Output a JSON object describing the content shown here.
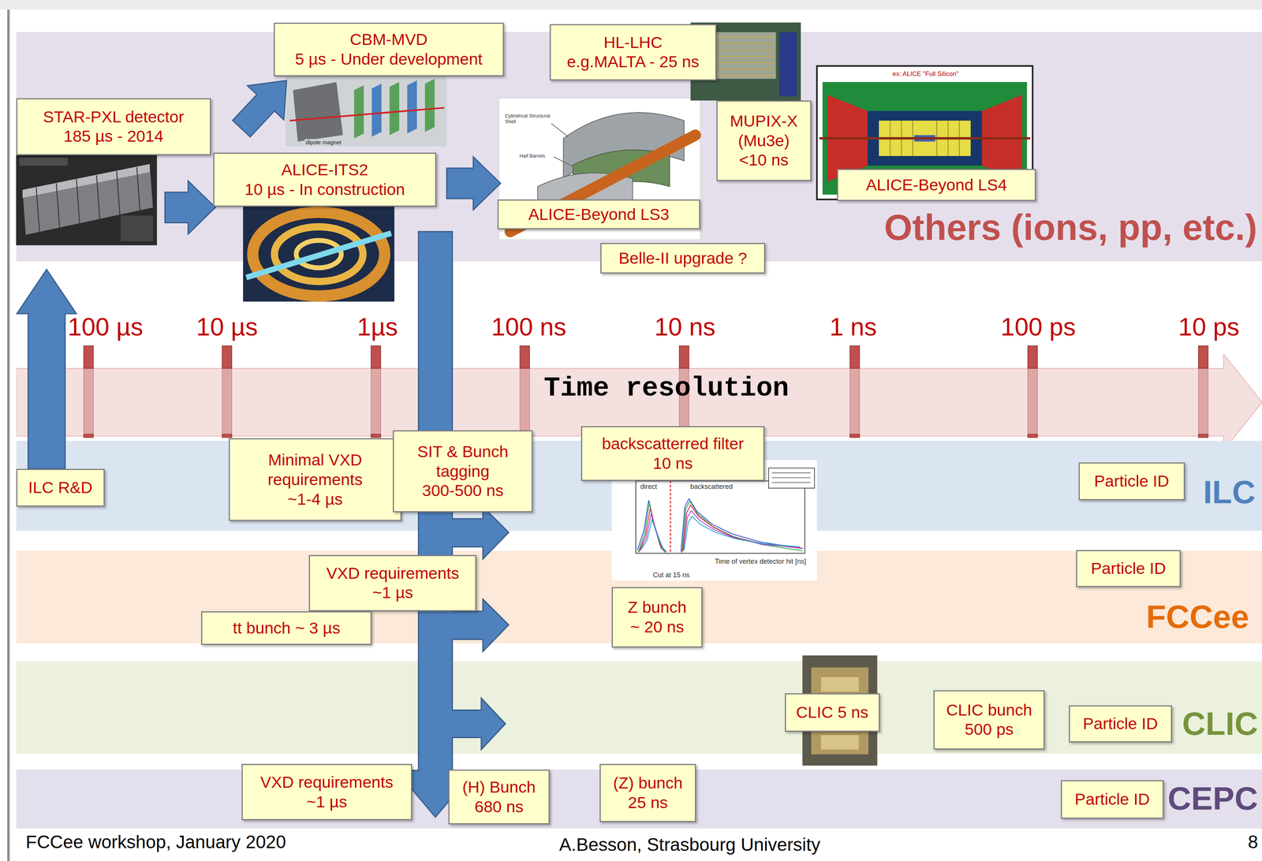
{
  "diagram": {
    "nodes": [
      {
        "text": [
          "Others (ions, pp, etc.)"
        ]
      },
      {
        "text": [
          "STAR-PXL detector",
          "185 µs - 2014"
        ],
        "in": 0
      },
      {
        "text": [
          "CBM-MVD",
          "5 µs - Under development"
        ],
        "in": 0
      },
      {
        "text": [
          "ALICE-ITS2",
          "10 µs - In construction"
        ],
        "in": 0
      },
      {
        "text": [
          "HL-LHC",
          "e.g.MALTA - 25 ns"
        ],
        "in": 0
      },
      {
        "text": [
          "MUPIX-X",
          "(Mu3e)",
          "<10 ns"
        ],
        "in": 0
      },
      {
        "text": [
          "ALICE-Beyond LS3"
        ],
        "in": 0
      },
      {
        "text": [
          "ALICE-Beyond LS4"
        ],
        "in": 0
      },
      {
        "text": [
          "Belle-II upgrade ?"
        ],
        "in": 0
      },
      {
        "text": [
          "Time resolution"
        ]
      },
      {
        "text": [
          "ILC"
        ]
      },
      {
        "text": [
          "ILC R&D"
        ],
        "in": 10
      },
      {
        "text": [
          "Minimal VXD requirements",
          "~1-4 µs"
        ],
        "in": 10
      },
      {
        "text": [
          "SIT & Bunch tagging",
          "300-500 ns"
        ],
        "in": 10
      },
      {
        "text": [
          "backscatterred filter",
          "10 ns"
        ],
        "in": 10
      },
      {
        "text": [
          "Particle ID"
        ],
        "in": 10
      },
      {
        "text": [
          "FCCee"
        ]
      },
      {
        "text": [
          "VXD requirements",
          "~1 µs"
        ],
        "in": 16
      },
      {
        "text": [
          "tt bunch ~ 3 µs"
        ],
        "in": 16
      },
      {
        "text": [
          "Z bunch",
          "~ 20 ns"
        ],
        "in": 16
      },
      {
        "text": [
          "Particle ID"
        ],
        "in": 16
      },
      {
        "text": [
          "CLIC"
        ]
      },
      {
        "text": [
          "CLIC 5 ns"
        ],
        "in": 21
      },
      {
        "text": [
          "CLIC bunch",
          "500 ps"
        ],
        "in": 21
      },
      {
        "text": [
          "Particle ID"
        ],
        "in": 21
      },
      {
        "text": [
          "CEPC"
        ]
      },
      {
        "text": [
          "VXD requirements",
          "~1 µs"
        ],
        "in": 25
      },
      {
        "text": [
          "(H) Bunch",
          "680 ns"
        ],
        "in": 25
      },
      {
        "text": [
          "(Z) bunch",
          "25 ns"
        ],
        "in": 25
      },
      {
        "text": [
          "Particle ID"
        ],
        "in": 25
      }
    ],
    "edges": [
      {
        "from": 11,
        "to": 1,
        "arrow": "to"
      },
      {
        "from": 1,
        "to": 3,
        "arrow": "to"
      },
      {
        "from": 3,
        "to": 2,
        "arrow": "to"
      },
      {
        "from": 3,
        "to": 6,
        "arrow": "to"
      }
    ],
    "labels": [
      "100 µs",
      "10 µs",
      "1µs",
      "100 ns",
      "10 ns",
      "1 ns",
      "100 ps",
      "10 ps",
      "dipole magnet",
      "Cylindrical Structural Shell",
      "Half Barrels",
      "ex: ALICE \"Full Silicon\"",
      "direct",
      "backscattered",
      "Time of vertex detector hit [ns]",
      "Cut at 15 ns",
      "FCCee workshop, January 2020",
      "A.Besson, Strasbourg University",
      "8"
    ]
  }
}
